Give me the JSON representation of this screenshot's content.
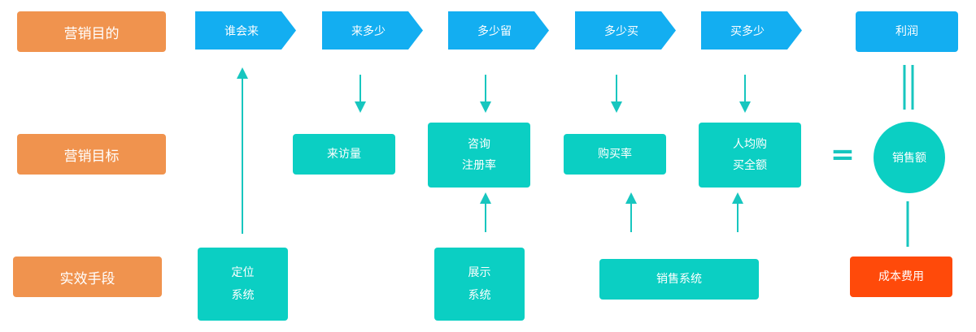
{
  "colors": {
    "label_orange": "#F0934E",
    "purpose_blue": "#13AEF1",
    "teal": "#0BCFC3",
    "line_teal": "#17C6BF",
    "cost_red": "#FF4A0A"
  },
  "rows": {
    "purpose": "营销目的",
    "goal": "营销目标",
    "means": "实效手段"
  },
  "purposes": [
    "谁会来",
    "来多少",
    "多少留",
    "多少买",
    "买多少"
  ],
  "profit": "利润",
  "goals": {
    "visits": "来访量",
    "consult": "咨询\n注册率",
    "purchase_rate": "购买率",
    "per_capita": "人均购\n买全额"
  },
  "equals": "=",
  "sales_amount": "销售额",
  "means": {
    "positioning": "定位\n系统",
    "display": "展示\n系统",
    "sales": "销售系统"
  },
  "cost": "成本费用"
}
